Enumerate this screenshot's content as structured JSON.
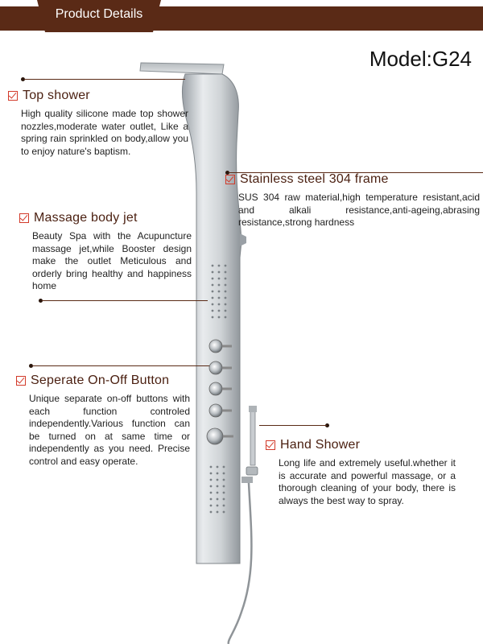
{
  "header": {
    "title": "Product Details"
  },
  "model": {
    "label": "Model:G24"
  },
  "features": {
    "top_shower": {
      "title": "Top shower",
      "desc": "High quality silicone made top shower nozzles,moderate water outlet, Like a spring rain sprinkled on body,allow you to enjoy nature's baptism."
    },
    "frame": {
      "title": "Stainless steel 304 frame",
      "desc": "SUS 304 raw material,high temperature resistant,acid and alkali resistance,anti-ageing,abrasing resistance,strong hardness"
    },
    "massage_jet": {
      "title": "Massage body jet",
      "desc": "Beauty Spa with the Acupuncture massage jet,while Booster design make the outlet Meticulous and orderly bring healthy and happiness home"
    },
    "on_off_button": {
      "title": "Seperate On-Off Button",
      "desc": "Unique separate on-off buttons with each function controled independently.Various function can be turned on at same time or independently as you need. Precise control and easy operate."
    },
    "hand_shower": {
      "title": "Hand Shower",
      "desc": "Long life and extremely useful.whether it is accurate and powerful massage, or a thorough cleaning of your body, there is always the best way to spray."
    }
  },
  "colors": {
    "header_brown": "#5a2a16",
    "check_red": "#d23a2a",
    "steel": "#c9cdd1"
  },
  "icons": {
    "checkbox": "checkbox-icon"
  }
}
